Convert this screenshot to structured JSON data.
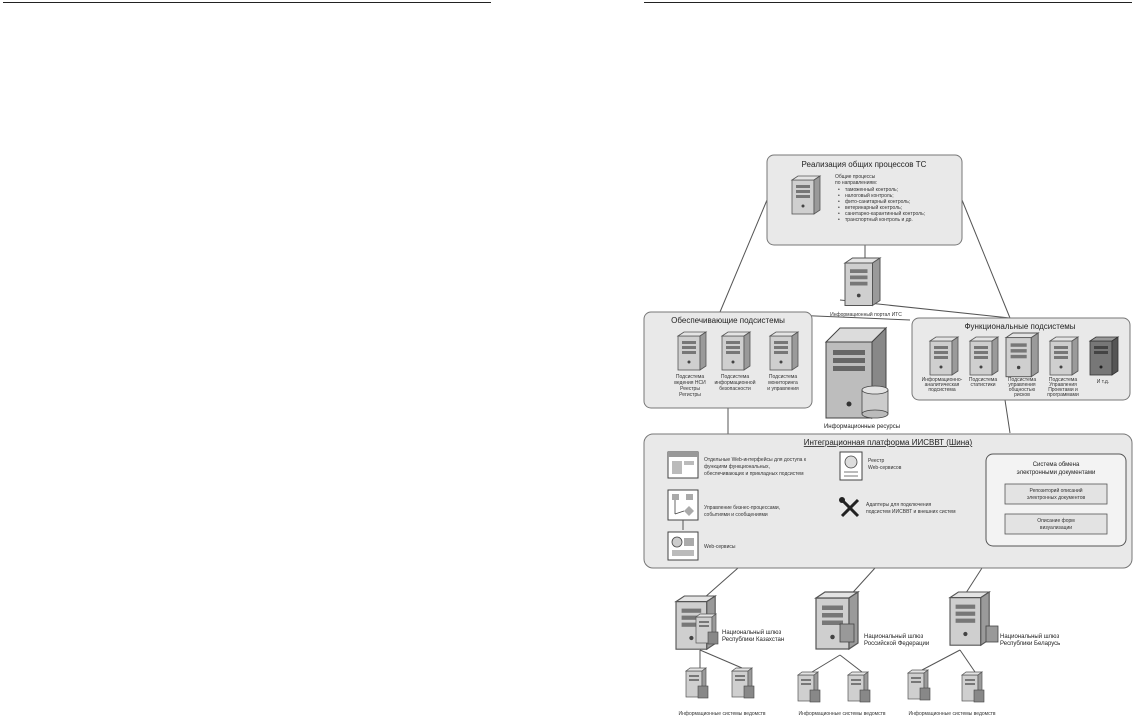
{
  "diagram": {
    "top_panel": {
      "title": "Реализация общих процессов ТС",
      "intro": [
        "Общие процессы",
        "по направлениям:"
      ],
      "bullets": [
        "таможенный контроль;",
        "налоговый контроль;",
        "фито-санитарный контроль;",
        "ветеринарный контроль;",
        "санитарно-карантинный контроль;",
        "транспортный контроль и др."
      ]
    },
    "portal_label": "Информационный портал ИТС",
    "left_panel": {
      "title": "Обеспечивающие подсистемы",
      "items": [
        [
          "Подсистема",
          "ведения НСИ",
          "Реестры",
          "Регистры"
        ],
        [
          "Подсистема",
          "информационной",
          "безопасности"
        ],
        [
          "Подсистема",
          "мониторинга",
          "и управления"
        ]
      ]
    },
    "resources_label": "Информационные ресурсы",
    "right_panel": {
      "title": "Функциональные подсистемы",
      "items": [
        [
          "Информационно-",
          "аналитическая",
          "подсистема"
        ],
        [
          "Подсистема",
          "статистики"
        ],
        [
          "Подсистема",
          "управления",
          "общностью",
          "рисков"
        ],
        [
          "Подсистема",
          "Управления",
          "Проектами и",
          "программами"
        ],
        [
          "И т.д."
        ]
      ]
    },
    "platform": {
      "title": "Интеграционная платформа ИИСВВТ (Шина)",
      "web_ui": [
        "Отдельные Web-интерфейсы для доступа к",
        "функциям функциональных,",
        "обеспечивающих и прикладных подсистем"
      ],
      "registry": [
        "Реестр",
        "Web-сервисов"
      ],
      "bpm": [
        "Управление бизнес-процессами,",
        "событиями и сообщениями"
      ],
      "adapters": [
        "Адаптеры для подключения",
        "подсистем ИИСВВТ и внешних систем"
      ],
      "web_services": "Web-сервисы",
      "edoc": {
        "title": [
          "Система обмена",
          "электронными документами"
        ],
        "box1": [
          "Репозиторий описаний",
          "электронных документов"
        ],
        "box2": [
          "Описание форм",
          "визуализации"
        ]
      }
    },
    "gateways": [
      {
        "name": [
          "Национальный шлюз",
          "Республики Казахстан"
        ],
        "systems": "Информационные системы ведомств"
      },
      {
        "name": [
          "Национальный шлюз",
          "Российской Федерации"
        ],
        "systems": "Информационные системы ведомств"
      },
      {
        "name": [
          "Национальный шлюз",
          "Республики Беларусь"
        ],
        "systems": "Информационные системы ведомств"
      }
    ]
  },
  "colors": {
    "panel_fill": "#e9e9e9",
    "panel_stroke": "#777777",
    "server_body": "#cfcfcf",
    "server_dark": "#666666"
  }
}
